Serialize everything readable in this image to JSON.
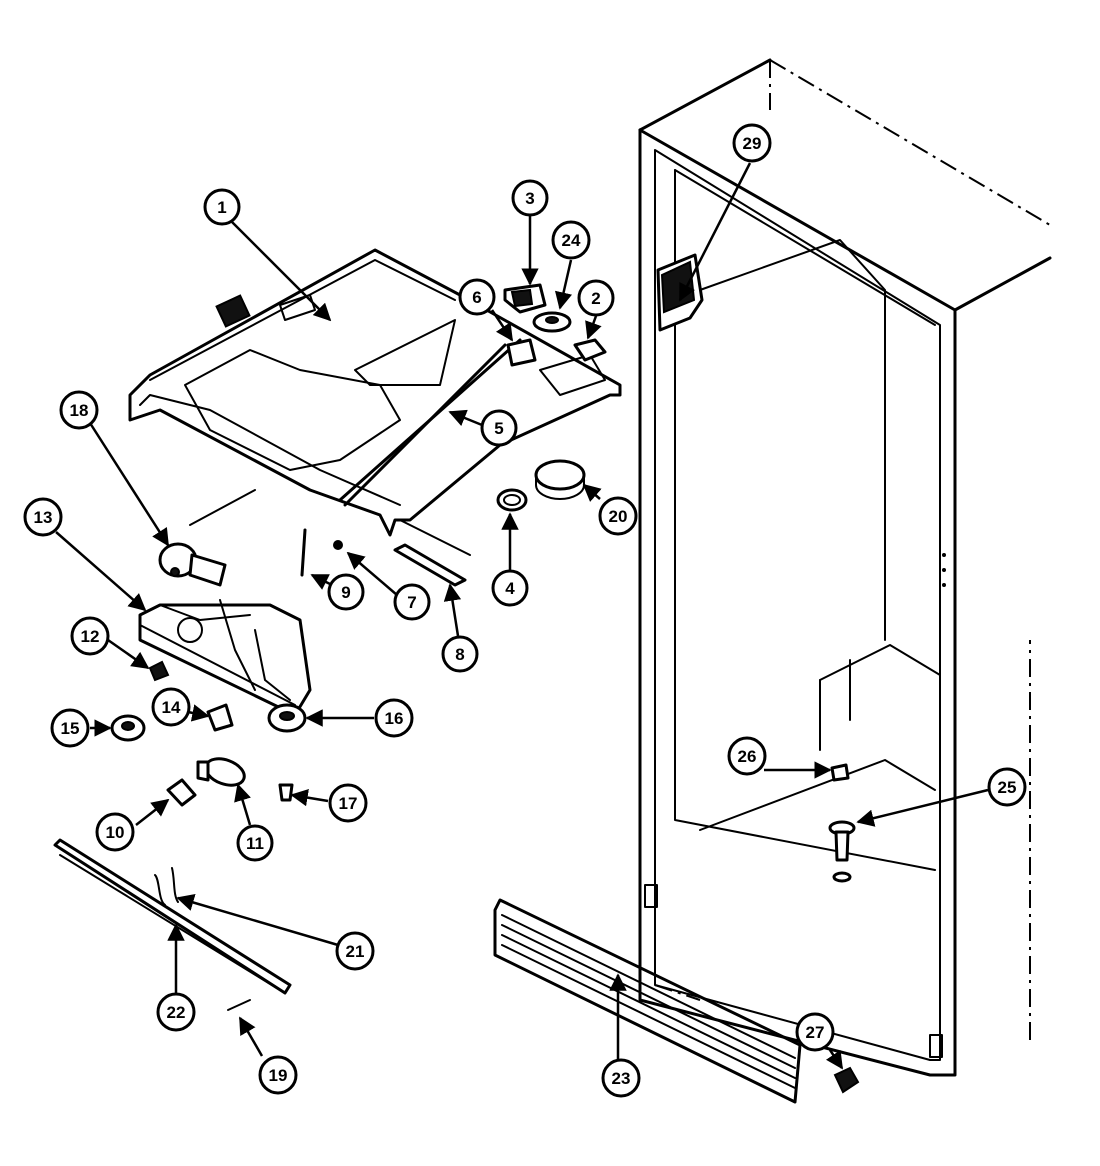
{
  "callouts": [
    {
      "id": "c1",
      "label": "1"
    },
    {
      "id": "c2",
      "label": "2"
    },
    {
      "id": "c3",
      "label": "3"
    },
    {
      "id": "c4",
      "label": "4"
    },
    {
      "id": "c5",
      "label": "5"
    },
    {
      "id": "c6",
      "label": "6"
    },
    {
      "id": "c7",
      "label": "7"
    },
    {
      "id": "c8",
      "label": "8"
    },
    {
      "id": "c9",
      "label": "9"
    },
    {
      "id": "c10",
      "label": "10"
    },
    {
      "id": "c11",
      "label": "11"
    },
    {
      "id": "c12",
      "label": "12"
    },
    {
      "id": "c13",
      "label": "13"
    },
    {
      "id": "c14",
      "label": "14"
    },
    {
      "id": "c15",
      "label": "15"
    },
    {
      "id": "c16",
      "label": "16"
    },
    {
      "id": "c17",
      "label": "17"
    },
    {
      "id": "c18",
      "label": "18"
    },
    {
      "id": "c19",
      "label": "19"
    },
    {
      "id": "c20",
      "label": "20"
    },
    {
      "id": "c21",
      "label": "21"
    },
    {
      "id": "c22",
      "label": "22"
    },
    {
      "id": "c23",
      "label": "23"
    },
    {
      "id": "c24",
      "label": "24"
    },
    {
      "id": "c25",
      "label": "25"
    },
    {
      "id": "c26",
      "label": "26"
    },
    {
      "id": "c27",
      "label": "27"
    },
    {
      "id": "c29",
      "label": "29"
    }
  ]
}
